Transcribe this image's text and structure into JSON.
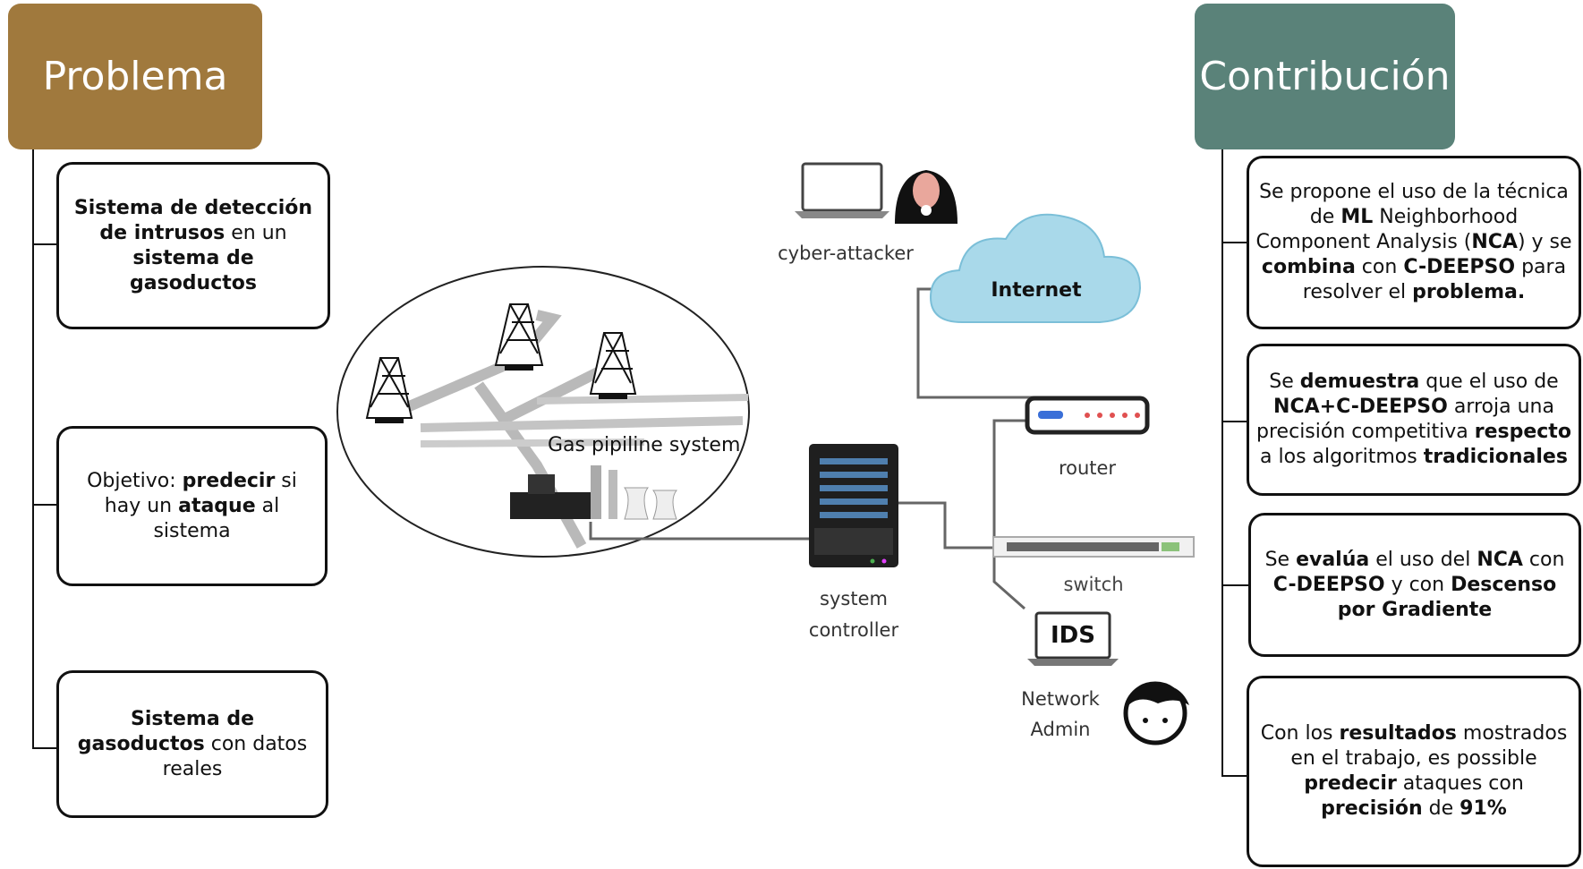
{
  "left": {
    "title": "Problema",
    "boxes": [
      [
        {
          "t": "Sistema de detección de intrusos",
          "b": true
        },
        {
          "t": " en un ",
          "b": false
        },
        {
          "t": "sistema de gasoductos",
          "b": true
        }
      ],
      [
        {
          "t": "Objetivo: ",
          "b": false
        },
        {
          "t": "predecir",
          "b": true
        },
        {
          "t": " si hay un ",
          "b": false
        },
        {
          "t": "ataque",
          "b": true
        },
        {
          "t": " al sistema",
          "b": false
        }
      ],
      [
        {
          "t": "Sistema de gasoductos",
          "b": true
        },
        {
          "t": " con datos reales",
          "b": false
        }
      ]
    ]
  },
  "right": {
    "title": "Contribución",
    "boxes": [
      [
        {
          "t": "Se propone el uso de la técnica de ",
          "b": false
        },
        {
          "t": "ML",
          "b": true
        },
        {
          "t": " Neighborhood Component Analysis (",
          "b": false
        },
        {
          "t": "NCA",
          "b": true
        },
        {
          "t": ") y se ",
          "b": false
        },
        {
          "t": "combina",
          "b": true
        },
        {
          "t": " con ",
          "b": false
        },
        {
          "t": "C-DEEPSO",
          "b": true
        },
        {
          "t": " para resolver el ",
          "b": false
        },
        {
          "t": "problema.",
          "b": true
        }
      ],
      [
        {
          "t": "Se ",
          "b": false
        },
        {
          "t": "demuestra",
          "b": true
        },
        {
          "t": " que el uso de ",
          "b": false
        },
        {
          "t": "NCA+C-DEEPSO",
          "b": true
        },
        {
          "t": " arroja una precisión competitiva ",
          "b": false
        },
        {
          "t": "respecto",
          "b": true
        },
        {
          "t": " a los algoritmos ",
          "b": false
        },
        {
          "t": "tradicionales",
          "b": true
        }
      ],
      [
        {
          "t": "Se ",
          "b": false
        },
        {
          "t": "evalúa",
          "b": true
        },
        {
          "t": " el uso del ",
          "b": false
        },
        {
          "t": "NCA",
          "b": true
        },
        {
          "t": " con ",
          "b": false
        },
        {
          "t": "C-DEEPSO",
          "b": true
        },
        {
          "t": " y con ",
          "b": false
        },
        {
          "t": "Descenso por Gradiente",
          "b": true
        }
      ],
      [
        {
          "t": "Con los ",
          "b": false
        },
        {
          "t": "resultados",
          "b": true
        },
        {
          "t": " mostrados en el trabajo, es possible ",
          "b": false
        },
        {
          "t": "predecir",
          "b": true
        },
        {
          "t": " ataques con ",
          "b": false
        },
        {
          "t": "precisión",
          "b": true
        },
        {
          "t": " de ",
          "b": false
        },
        {
          "t": "91%",
          "b": true
        }
      ]
    ]
  },
  "network": {
    "gas_label": "Gas pipiline system",
    "attacker_label": "cyber-attacker",
    "internet_label": "Internet",
    "router_label": "router",
    "switch_label": "switch",
    "controller_label_1": "system",
    "controller_label_2": "controller",
    "ids_label": "IDS",
    "admin_label_1": "Network",
    "admin_label_2": "Admin"
  }
}
